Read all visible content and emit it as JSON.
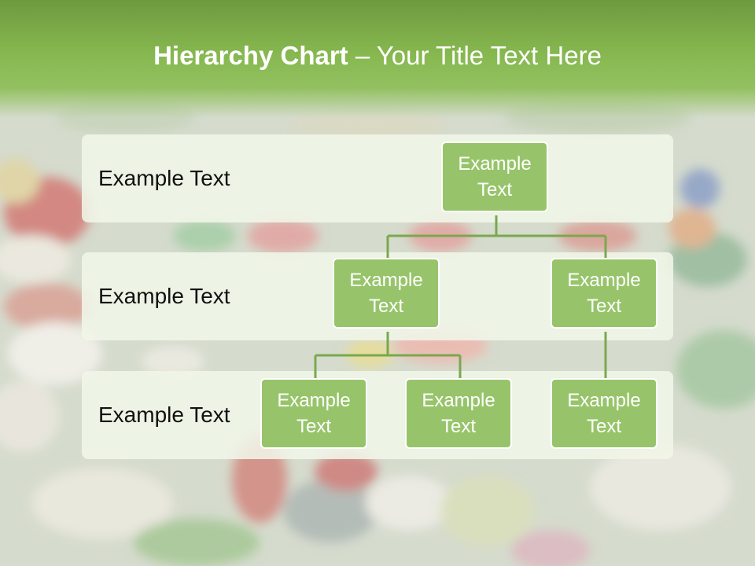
{
  "title": {
    "bold": "Hierarchy Chart",
    "rest": " – Your Title Text Here"
  },
  "bands": [
    {
      "label": "Example Text"
    },
    {
      "label": "Example Text"
    },
    {
      "label": "Example Text"
    }
  ],
  "nodes": {
    "root": "Example Text",
    "level2_left": "Example Text",
    "level2_right": "Example Text",
    "level3_a": "Example Text",
    "level3_b": "Example Text",
    "level3_c": "Example Text"
  },
  "colors": {
    "header": "#86b74f",
    "node_fill": "#97c46a",
    "node_border": "#ffffff",
    "connector": "#7aa84f",
    "band": "#f0f6e8"
  }
}
